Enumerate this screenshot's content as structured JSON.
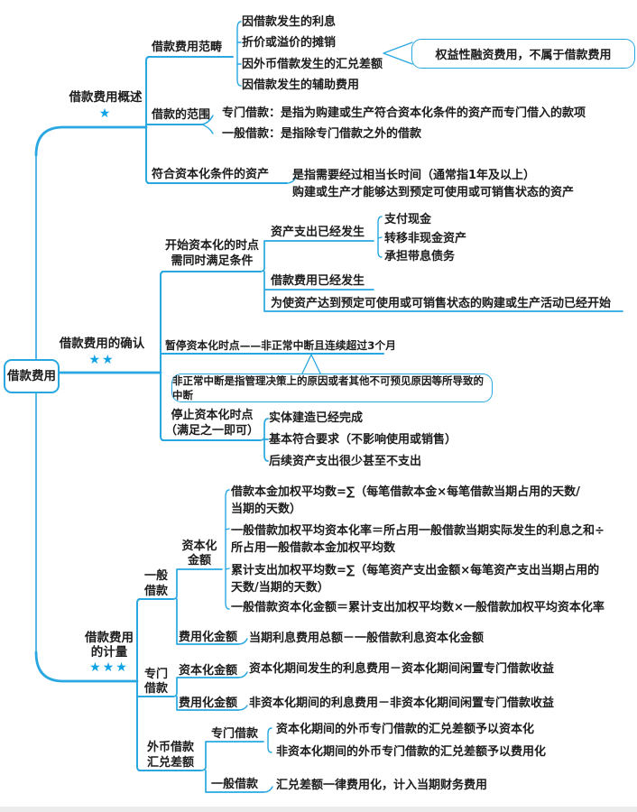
{
  "root": {
    "label": "借款费用"
  },
  "colors": {
    "line": "#29a7e0",
    "star": "#0da2e7",
    "text": "#1c1c1c"
  },
  "branches": {
    "overview": {
      "label": "借款费用概述",
      "stars": "★",
      "scope_label": "借款费用范畴",
      "scope_items": [
        "因借款发生的利息",
        "折价或溢价的摊销",
        "因外币借款发生的汇兑差额",
        "因借款发生的辅助费用"
      ],
      "scope_callout": "权益性融资费用，不属于借款费用",
      "range_label": "借款的范围",
      "range_items": [
        "专门借款：是指为购建或生产符合资本化条件的资产而专门借入的款项",
        "一般借款：是指除专门借款之外的借款"
      ],
      "asset_label": "符合资本化条件的资产",
      "asset_desc_1": "是指需要经过相当长时间（通常指1年及以上）",
      "asset_desc_2": "购建或生产才能够达到预定可使用或可销售状态的资产"
    },
    "recognition": {
      "label": "借款费用的确认",
      "stars": "★★",
      "start_label_1": "开始资本化的时点",
      "start_label_2": "需同时满足条件",
      "cond1_label": "资产支出已经发生",
      "cond1_items": [
        "支付现金",
        "转移非现金资产",
        "承担带息债务"
      ],
      "cond2": "借款费用已经发生",
      "cond3": "为使资产达到预定可使用或可销售状态的购建或生产活动已经开始",
      "suspend": "暂停资本化时点——非正常中断且连续超过3个月",
      "suspend_callout": "非正常中断是指管理决策上的原因或者其他不可预见原因等所导致的中断",
      "stop_label_1": "停止资本化时点",
      "stop_label_2": "（满足之一即可）",
      "stop_items": [
        "实体建造已经完成",
        "基本符合要求（不影响使用或销售）",
        "后续资产支出很少甚至不支出"
      ]
    },
    "measurement": {
      "label_1": "借款费用",
      "label_2": "的计量",
      "stars": "★★★",
      "general": {
        "label_1": "一般",
        "label_2": "借款",
        "cap_label_1": "资本化",
        "cap_label_2": "金额",
        "formulas": [
          {
            "l1": "借款本金加权平均数=∑（每笔借款本金×每笔借款当期占用的天数/",
            "l2": "当期的天数）"
          },
          {
            "l1": "一般借款加权平均资本化率＝所占用一般借款当期实际发生的利息之和÷",
            "l2": "所占用一般借款本金加权平均数"
          },
          {
            "l1": "累计支出加权平均数=∑（每笔资产支出金额×每笔资产支出当期占用的",
            "l2": "天数/当期的天数）"
          },
          {
            "l1": "一般借款资本化金额＝累计支出加权平均数×一般借款加权平均资本化率",
            "l2": ""
          }
        ],
        "exp_label": "费用化金额",
        "exp_text": "当期利息费用总额－一般借款利息资本化金额"
      },
      "special": {
        "label_1": "专门",
        "label_2": "借款",
        "cap_label": "资本化金额",
        "cap_text": "资本化期间发生的利息费用－资本化期间闲置专门借款收益",
        "exp_label": "费用化金额",
        "exp_text": "非资本化期间的利息费用－非资本化期间闲置专门借款收益"
      },
      "fx": {
        "label_1": "外币借款",
        "label_2": "汇兑差额",
        "special_label": "专门借款",
        "special_items": [
          "资本化期间的外币专门借款的汇兑差额予以资本化",
          "非资本化期间的外币专门借款的汇兑差额予以费用化"
        ],
        "general_label": "一般借款",
        "general_text": "汇兑差额一律费用化，计入当期财务费用"
      }
    }
  }
}
